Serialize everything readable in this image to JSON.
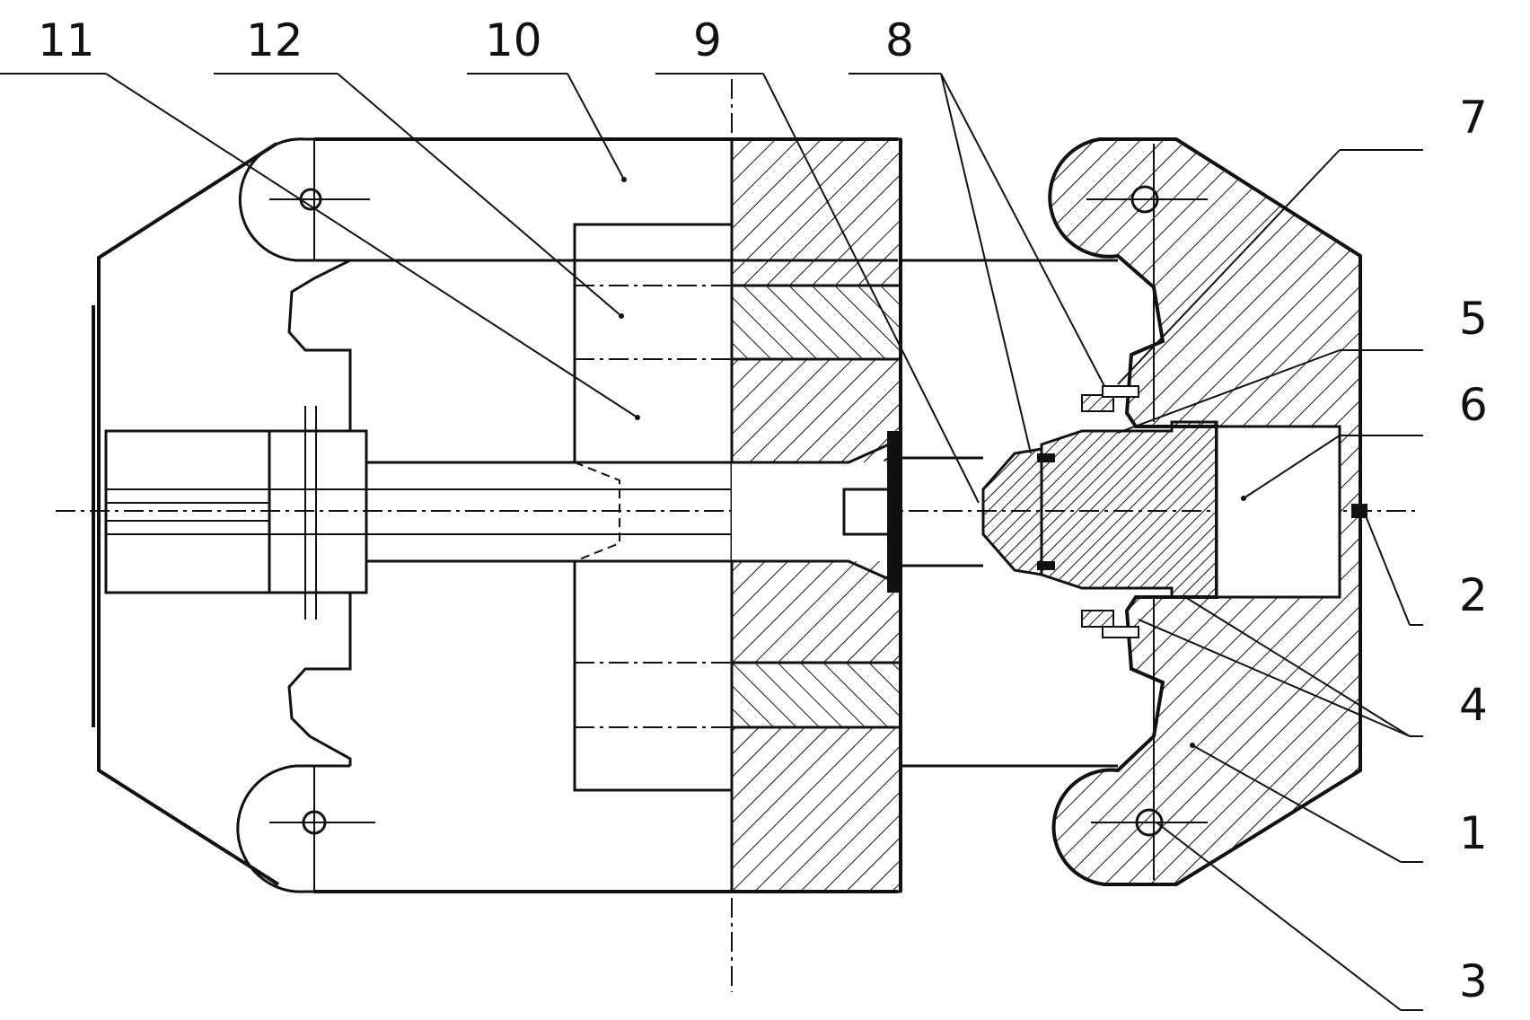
{
  "callouts": [
    {
      "id": "c11",
      "text": "11"
    },
    {
      "id": "c12",
      "text": "12"
    },
    {
      "id": "c10",
      "text": "10"
    },
    {
      "id": "c9",
      "text": "9"
    },
    {
      "id": "c8",
      "text": "8"
    },
    {
      "id": "c7",
      "text": "7"
    },
    {
      "id": "c5",
      "text": "5"
    },
    {
      "id": "c6",
      "text": "6"
    },
    {
      "id": "c2",
      "text": "2"
    },
    {
      "id": "c4",
      "text": "4"
    },
    {
      "id": "c1",
      "text": "1"
    },
    {
      "id": "c3",
      "text": "3"
    }
  ],
  "colors": {
    "line": "#111111",
    "background": "#ffffff"
  }
}
